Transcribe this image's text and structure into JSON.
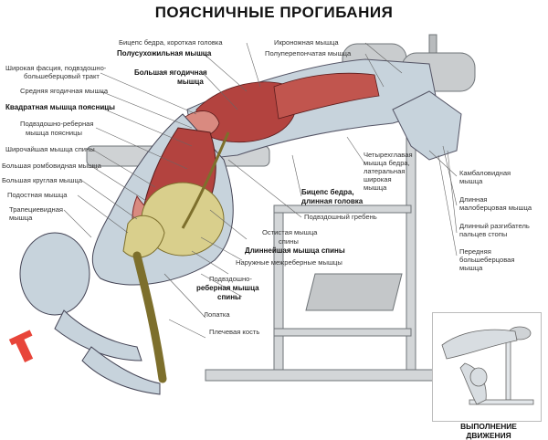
{
  "title": "ПОЯСНИЧНЫЕ ПРОГИБАНИЯ",
  "caption": "ВЫПОЛНЕНИЕ ДВИЖЕНИЯ",
  "colors": {
    "muscle_red": "#b3433f",
    "muscle_dark": "#7d2525",
    "muscle_light": "#d98a80",
    "bone": "#d9cf8c",
    "skin": "#c7d3dc",
    "bench": "#c9ccce",
    "arrow": "#e8453a",
    "line": "#555555"
  },
  "labels": {
    "top_biceps_short": "Бицепс бедра, короткая головка",
    "semitendinosus": "Полусухожильная мышца",
    "gluteus_maximus_1": "Большая ягодичная",
    "gluteus_maximus_2": "мышца",
    "fascia_lata_1": "Широкая фасция, подвздошно-",
    "fascia_lata_2": "большеберцовый тракт",
    "gluteus_medius": "Средняя ягодичная мышца",
    "quadratus_lumborum": "Квадратная мышца поясницы",
    "iliocostal_1": "Подвздошно-реберная",
    "iliocostal_2": "мышца поясницы",
    "latissimus": "Широчайшая мышца спины",
    "rhomboid_major": "Большая ромбовидная мышца",
    "teres_major": "Большая круглая мышца",
    "infraspinatus": "Подостная мышца",
    "trapezius_1": "Трапециевидная",
    "trapezius_2": "мышца",
    "gastrocnemius": "Икроножная мышца",
    "semimembranosus": "Полуперепончатая мышца",
    "quadriceps_1": "Четырехглавая",
    "quadriceps_2": "мышца бедра,",
    "quadriceps_3": "латеральная",
    "quadriceps_4": "широкая",
    "quadriceps_5": "мышца",
    "biceps_long_1": "Бицепс бедра,",
    "biceps_long_2": "длинная головка",
    "iliac_crest": "Подвздошный гребень",
    "spinous_1": "Остистая мышца",
    "spinous_2": "спины",
    "longissimus": "Длиннейшая мышца спины",
    "external_intercostal": "Наружные межреберные мышцы",
    "iliocostal_back_1": "Подвздошно-",
    "iliocostal_back_2": "реберная мышца",
    "iliocostal_back_3": "спины",
    "scapula": "Лопатка",
    "humerus": "Плечевая кость",
    "soleus_1": "Камбаловидная",
    "soleus_2": "мышца",
    "peroneus_1": "Длинная",
    "peroneus_2": "малоберцовая мышца",
    "ext_digitorum_1": "Длинный разгибатель",
    "ext_digitorum_2": "пальцев стопы",
    "tibialis_1": "Передняя",
    "tibialis_2": "большеберцовая",
    "tibialis_3": "мышца"
  }
}
